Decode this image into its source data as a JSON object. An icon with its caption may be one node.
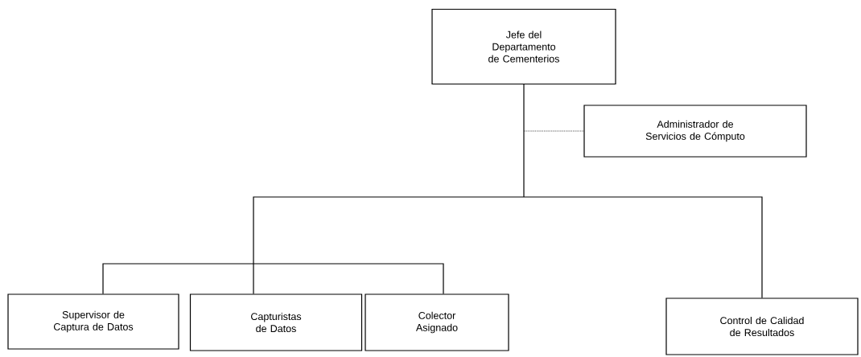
{
  "diagram": {
    "nodes": [
      {
        "text": [
          "Jefe del Departamento de Cementerios"
        ]
      },
      {
        "text": [
          "Administrador de Servicios de Cómputo"
        ]
      },
      {
        "text": [
          "Supervisor de Captura de Datos"
        ]
      },
      {
        "text": [
          "Capturistas de Datos"
        ]
      },
      {
        "text": [
          "Colector Asignado"
        ]
      },
      {
        "text": [
          "Control de Calidad de Resultados"
        ]
      }
    ],
    "edges": [
      {
        "from": 0,
        "to": 1,
        "arrow": "none",
        "style": "dashed"
      },
      {
        "from": 0,
        "to": 2,
        "arrow": "none"
      },
      {
        "from": 0,
        "to": 3,
        "arrow": "none"
      },
      {
        "from": 0,
        "to": 4,
        "arrow": "none"
      },
      {
        "from": 0,
        "to": 5,
        "arrow": "none"
      }
    ]
  }
}
